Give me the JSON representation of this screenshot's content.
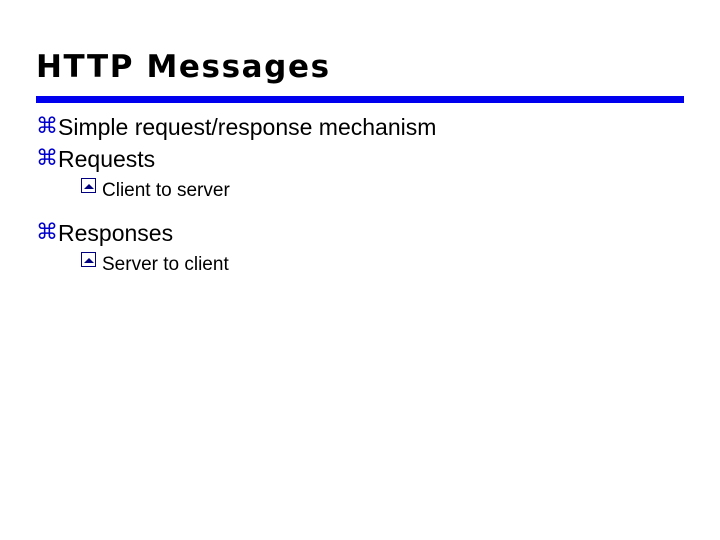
{
  "slide": {
    "title": "HTTP Messages",
    "accent_color": "#0000EE",
    "bullet_color": "#0000CC",
    "subbullet_color": "#000080",
    "text_color": "#000000",
    "background_color": "#FFFFFF",
    "level1_bullet_glyph": "⌘",
    "level2_bullet_glyph": "square-chevron",
    "content": [
      {
        "level": 1,
        "marker": "⌘",
        "text": "Simple request/response mechanism"
      },
      {
        "level": 1,
        "marker": "⌘",
        "text": "Requests"
      },
      {
        "level": 2,
        "marker": "square-chevron",
        "text": "Client to server"
      },
      {
        "level": 1,
        "marker": "⌘",
        "text": "Responses"
      },
      {
        "level": 2,
        "marker": "square-chevron",
        "text": "Server to client"
      }
    ]
  }
}
